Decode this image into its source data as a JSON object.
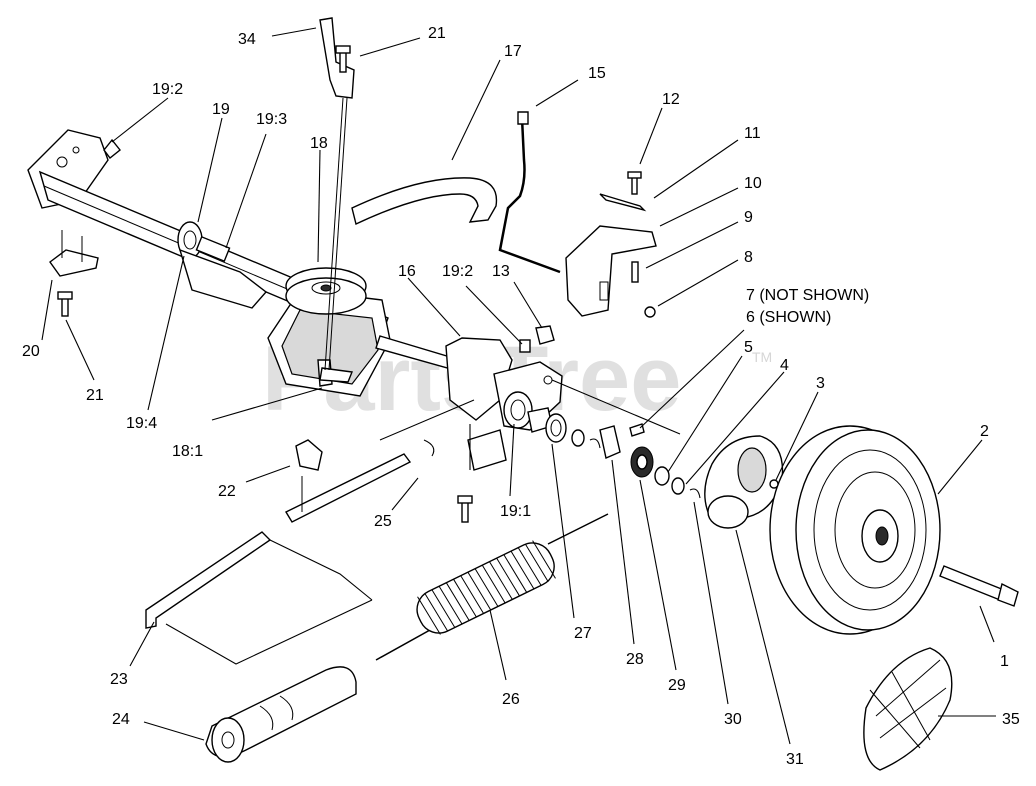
{
  "watermark": {
    "text": "PartsTree",
    "tm": "TM"
  },
  "callouts": {
    "c34": "34",
    "c21a": "21",
    "c17": "17",
    "c15": "15",
    "c12": "12",
    "c11": "11",
    "c10": "10",
    "c9": "9",
    "c8": "8",
    "c7": "7 (NOT SHOWN)",
    "c6": "6 (SHOWN)",
    "c19_2a": "19:2",
    "c19": "19",
    "c19_3": "19:3",
    "c18": "18",
    "c16": "16",
    "c19_2b": "19:2",
    "c13": "13",
    "c5": "5",
    "c4": "4",
    "c3": "3",
    "c2": "2",
    "c20": "20",
    "c21b": "21",
    "c19_4": "19:4",
    "c18_1": "18:1",
    "c22": "22",
    "c25": "25",
    "c19_1": "19:1",
    "c27": "27",
    "c28": "28",
    "c29": "29",
    "c30": "30",
    "c31": "31",
    "c1": "1",
    "c35": "35",
    "c23": "23",
    "c26": "26",
    "c24": "24"
  }
}
